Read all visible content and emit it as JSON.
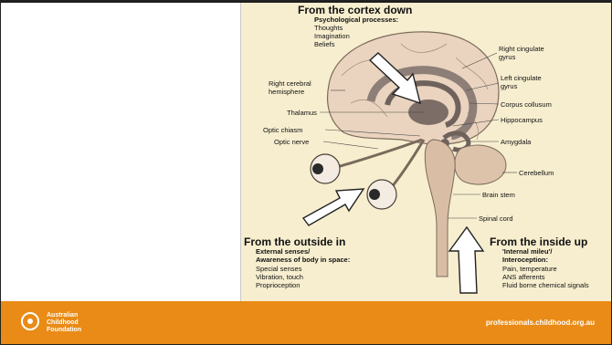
{
  "diagram": {
    "top": {
      "heading": "From the cortex down",
      "subheading": "Psychological processes:",
      "items": [
        "Thoughts",
        "Imagination",
        "Beliefs"
      ]
    },
    "labels": {
      "right_cingulate": [
        "Right cingulate",
        "gyrus"
      ],
      "left_cingulate": [
        "Left cingulate",
        "gyrus"
      ],
      "corpus": "Corpus collusum",
      "hippocampus": "Hippocampus",
      "amygdala": "Amygdala",
      "cerebellum": "Cerebellum",
      "brain_stem": "Brain stem",
      "spinal_cord": "Spinal cord",
      "right_cerebral": [
        "Right cerebral",
        "hemisphere"
      ],
      "thalamus": "Thalamus",
      "optic_chiasm": "Optic chiasm",
      "optic_nerve": "Optic nerve"
    },
    "outside": {
      "heading": "From the outside in",
      "subheading": [
        "External senses/",
        "Awareness of body in space:"
      ],
      "items": [
        "Special senses",
        "Vibration, touch",
        "Proprioception"
      ]
    },
    "inside": {
      "heading": "From the inside up",
      "subheading": [
        "'Internal mileu'/",
        "Interoception:"
      ],
      "items": [
        "Pain, temperature",
        "ANS afferents",
        "Fluid borne chemical signals"
      ]
    }
  },
  "footer": {
    "logo_lines": [
      "Australian",
      "Childhood",
      "Foundation"
    ],
    "website": "professionals.childhood.org.au"
  },
  "colors": {
    "footer": "#e98b16",
    "diagram_bg": "#f7eecf",
    "brain_fill": "#ead4bf",
    "limbic": "#8d7e77"
  }
}
